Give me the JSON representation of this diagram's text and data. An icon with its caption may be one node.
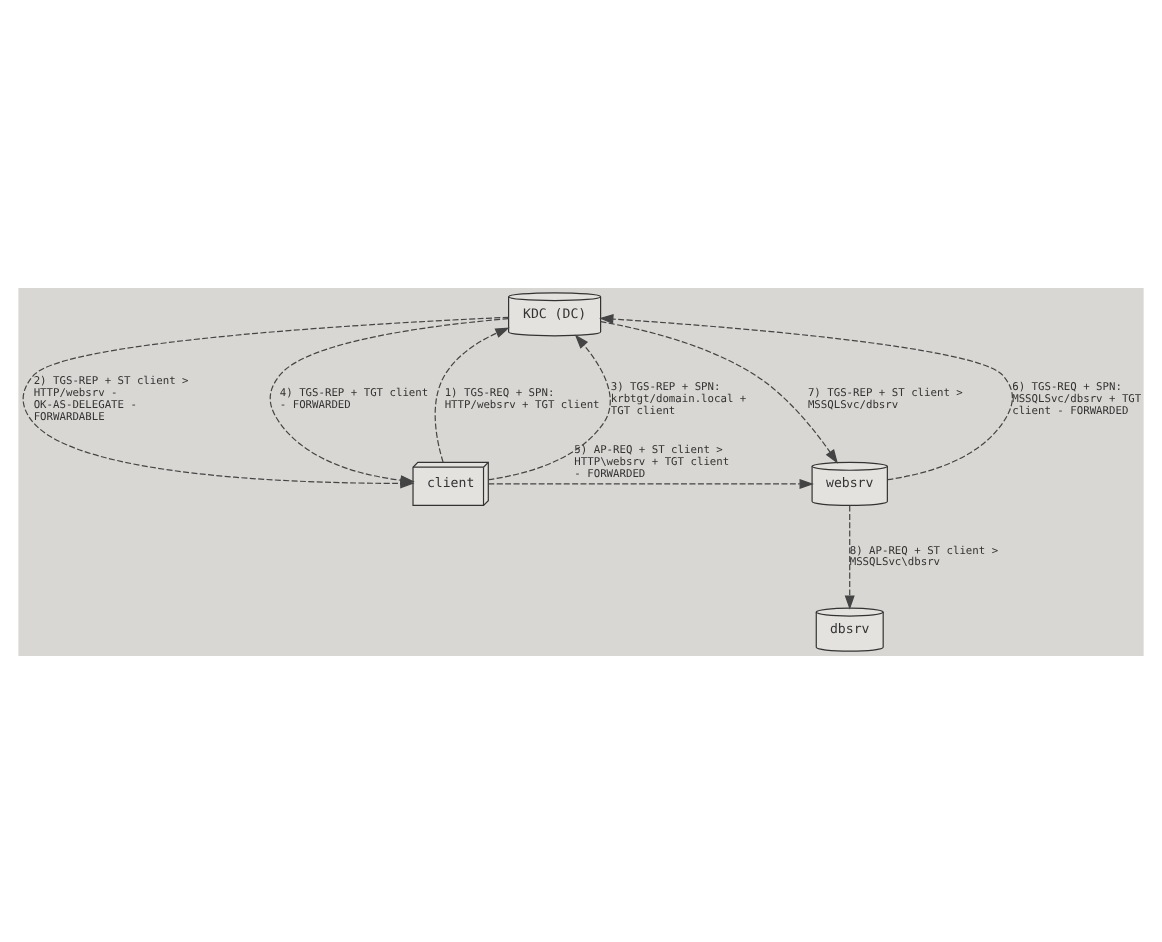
{
  "diagram": {
    "nodes": [
      {
        "text": [
          "KDC (DC)"
        ]
      },
      {
        "text": [
          "client"
        ]
      },
      {
        "text": [
          "websrv"
        ]
      },
      {
        "text": [
          "dbsrv"
        ]
      }
    ],
    "edges": [
      {
        "from": 1,
        "to": 0,
        "arrow": "to",
        "label": "1) TGS-REQ + SPN: HTTP/websrv + TGT client"
      },
      {
        "from": 0,
        "to": 1,
        "arrow": "to",
        "label": "2) TGS-REP + ST client > HTTP/websrv - OK-AS-DELEGATE - FORWARDABLE"
      },
      {
        "from": 1,
        "to": 0,
        "arrow": "to",
        "label": "3) TGS-REP + SPN: krbtgt/domain.local + TGT client"
      },
      {
        "from": 0,
        "to": 1,
        "arrow": "to",
        "label": "4) TGS-REP + TGT client - FORWARDED"
      },
      {
        "from": 1,
        "to": 2,
        "arrow": "to",
        "label": "5) AP-REQ + ST client > HTTP\\websrv + TGT client - FORWARDED"
      },
      {
        "from": 2,
        "to": 0,
        "arrow": "to",
        "label": "6) TGS-REQ + SPN: MSSQLSvc/dbsrv + TGT client - FORWARDED"
      },
      {
        "from": 0,
        "to": 2,
        "arrow": "to",
        "label": "7) TGS-REP + ST client > MSSQLSvc/dbsrv"
      },
      {
        "from": 2,
        "to": 3,
        "arrow": "to",
        "label": "8) AP-REQ + ST client > MSSQLSvc\\dbsrv"
      }
    ]
  }
}
